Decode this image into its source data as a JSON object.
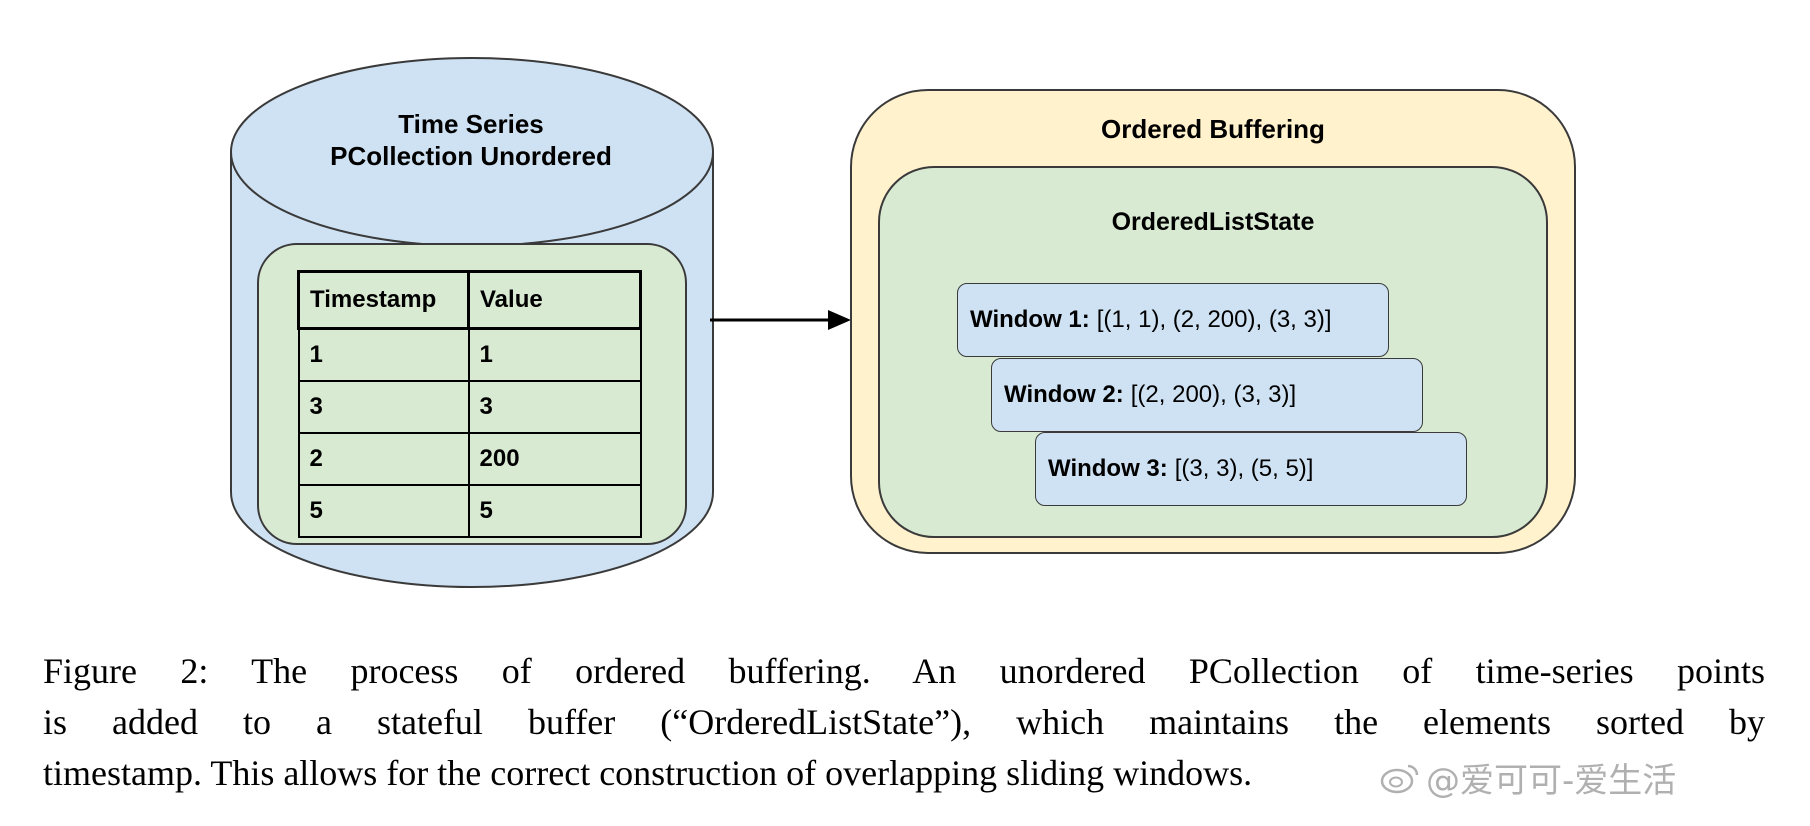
{
  "source": {
    "title_line1": "Time Series",
    "title_line2": "PCollection Unordered",
    "table": {
      "headers": [
        "Timestamp",
        "Value"
      ],
      "rows": [
        [
          "1",
          "1"
        ],
        [
          "3",
          "3"
        ],
        [
          "2",
          "200"
        ],
        [
          "5",
          "5"
        ]
      ]
    }
  },
  "buffer": {
    "title": "Ordered Buffering",
    "state_title": "OrderedListState",
    "windows": [
      {
        "label": "Window 1:",
        "value": "[(1, 1), (2, 200), (3, 3)]"
      },
      {
        "label": "Window 2:",
        "value": "[(2, 200), (3, 3)]"
      },
      {
        "label": "Window 3:",
        "value": "[(3, 3), (5, 5)]"
      }
    ]
  },
  "caption": {
    "line1": "Figure 2:  The process of ordered buffering.  An unordered PCollection of time-series points",
    "line2": "is added to a stateful buffer (“OrderedListState”), which maintains the elements sorted by",
    "line3": "timestamp. This allows for the correct construction of overlapping sliding windows."
  },
  "watermark": {
    "text": "@爱可可-爱生活"
  },
  "colors": {
    "cylinder_fill": "#cfe2f3",
    "green_fill": "#d9ead3",
    "yellow_fill": "#fff2cc",
    "window_fill": "#cfe2f3",
    "stroke": "#3a3a3a"
  },
  "icons": {
    "arrow": "arrow-right-icon",
    "watermark": "weibo-icon"
  }
}
